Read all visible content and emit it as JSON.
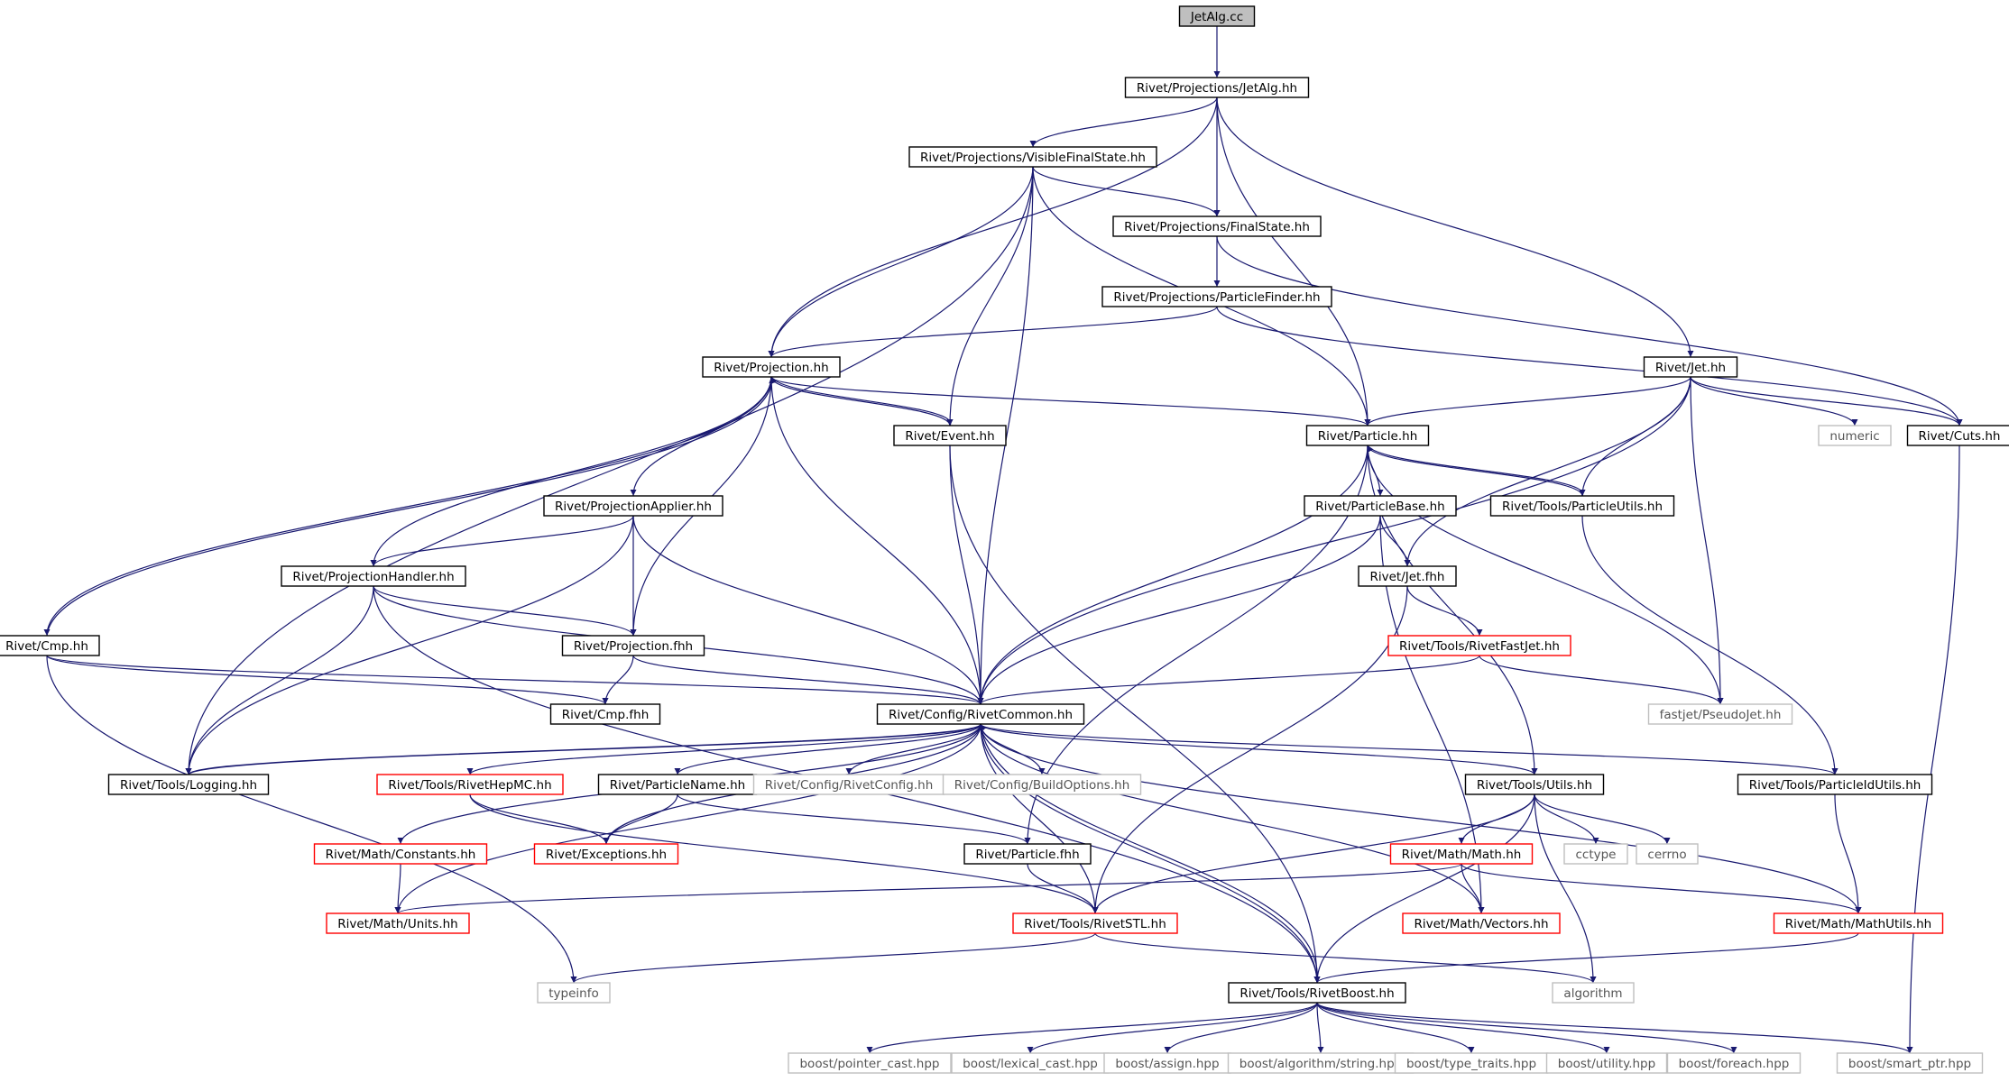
{
  "diagram": {
    "colors": {
      "edge": "#191970",
      "box_normal": "#000000",
      "box_truncated": "#ff0000",
      "box_external": "#bfbfbf",
      "box_root_fill": "#bfbfbf",
      "text": "#000000",
      "text_external": "#555555"
    },
    "nodes": [
      {
        "id": "jetalg_cc",
        "label": "JetAlg.cc",
        "style": "root"
      },
      {
        "id": "jetalg_hh",
        "label": "Rivet/Projections/JetAlg.hh",
        "style": "normal"
      },
      {
        "id": "visible_fs",
        "label": "Rivet/Projections/VisibleFinalState.hh",
        "style": "normal"
      },
      {
        "id": "finalstate",
        "label": "Rivet/Projections/FinalState.hh",
        "style": "normal"
      },
      {
        "id": "particlefinder",
        "label": "Rivet/Projections/ParticleFinder.hh",
        "style": "normal"
      },
      {
        "id": "projection_hh",
        "label": "Rivet/Projection.hh",
        "style": "normal"
      },
      {
        "id": "jet_hh",
        "label": "Rivet/Jet.hh",
        "style": "normal"
      },
      {
        "id": "event_hh",
        "label": "Rivet/Event.hh",
        "style": "normal"
      },
      {
        "id": "particle_hh",
        "label": "Rivet/Particle.hh",
        "style": "normal"
      },
      {
        "id": "numeric",
        "label": "numeric",
        "style": "external"
      },
      {
        "id": "cuts_hh",
        "label": "Rivet/Cuts.hh",
        "style": "normal"
      },
      {
        "id": "projapplier",
        "label": "Rivet/ProjectionApplier.hh",
        "style": "normal"
      },
      {
        "id": "particlebase",
        "label": "Rivet/ParticleBase.hh",
        "style": "normal"
      },
      {
        "id": "particleutils",
        "label": "Rivet/Tools/ParticleUtils.hh",
        "style": "normal"
      },
      {
        "id": "projhandler",
        "label": "Rivet/ProjectionHandler.hh",
        "style": "normal"
      },
      {
        "id": "jet_fhh",
        "label": "Rivet/Jet.fhh",
        "style": "normal"
      },
      {
        "id": "cmp_hh",
        "label": "Rivet/Cmp.hh",
        "style": "normal"
      },
      {
        "id": "projection_fhh",
        "label": "Rivet/Projection.fhh",
        "style": "normal"
      },
      {
        "id": "rivetfastjet",
        "label": "Rivet/Tools/RivetFastJet.hh",
        "style": "truncated"
      },
      {
        "id": "cmp_fhh",
        "label": "Rivet/Cmp.fhh",
        "style": "normal"
      },
      {
        "id": "rivetcommon",
        "label": "Rivet/Config/RivetCommon.hh",
        "style": "normal"
      },
      {
        "id": "pseudojet",
        "label": "fastjet/PseudoJet.hh",
        "style": "external"
      },
      {
        "id": "logging",
        "label": "Rivet/Tools/Logging.hh",
        "style": "normal"
      },
      {
        "id": "rivethepmc",
        "label": "Rivet/Tools/RivetHepMC.hh",
        "style": "truncated"
      },
      {
        "id": "particlename",
        "label": "Rivet/ParticleName.hh",
        "style": "normal"
      },
      {
        "id": "rivetconfig",
        "label": "Rivet/Config/RivetConfig.hh",
        "style": "external"
      },
      {
        "id": "buildoptions",
        "label": "Rivet/Config/BuildOptions.hh",
        "style": "external"
      },
      {
        "id": "utils",
        "label": "Rivet/Tools/Utils.hh",
        "style": "normal"
      },
      {
        "id": "particleidutils",
        "label": "Rivet/Tools/ParticleIdUtils.hh",
        "style": "normal"
      },
      {
        "id": "constants",
        "label": "Rivet/Math/Constants.hh",
        "style": "truncated"
      },
      {
        "id": "exceptions",
        "label": "Rivet/Exceptions.hh",
        "style": "truncated"
      },
      {
        "id": "particle_fhh",
        "label": "Rivet/Particle.fhh",
        "style": "normal"
      },
      {
        "id": "mathmath",
        "label": "Rivet/Math/Math.hh",
        "style": "truncated"
      },
      {
        "id": "cctype",
        "label": "cctype",
        "style": "external"
      },
      {
        "id": "cerrno",
        "label": "cerrno",
        "style": "external"
      },
      {
        "id": "units",
        "label": "Rivet/Math/Units.hh",
        "style": "truncated"
      },
      {
        "id": "rivetstl",
        "label": "Rivet/Tools/RivetSTL.hh",
        "style": "truncated"
      },
      {
        "id": "vectors",
        "label": "Rivet/Math/Vectors.hh",
        "style": "truncated"
      },
      {
        "id": "mathutils",
        "label": "Rivet/Math/MathUtils.hh",
        "style": "truncated"
      },
      {
        "id": "typeinfo",
        "label": "typeinfo",
        "style": "external"
      },
      {
        "id": "rivetboost",
        "label": "Rivet/Tools/RivetBoost.hh",
        "style": "normal"
      },
      {
        "id": "algorithm",
        "label": "algorithm",
        "style": "external"
      },
      {
        "id": "b_pointer_cast",
        "label": "boost/pointer_cast.hpp",
        "style": "external"
      },
      {
        "id": "b_lexical_cast",
        "label": "boost/lexical_cast.hpp",
        "style": "external"
      },
      {
        "id": "b_assign",
        "label": "boost/assign.hpp",
        "style": "external"
      },
      {
        "id": "b_alg_string",
        "label": "boost/algorithm/string.hpp",
        "style": "external"
      },
      {
        "id": "b_type_traits",
        "label": "boost/type_traits.hpp",
        "style": "external"
      },
      {
        "id": "b_utility",
        "label": "boost/utility.hpp",
        "style": "external"
      },
      {
        "id": "b_foreach",
        "label": "boost/foreach.hpp",
        "style": "external"
      },
      {
        "id": "b_smart_ptr",
        "label": "boost/smart_ptr.hpp",
        "style": "external"
      }
    ],
    "edges": [
      [
        "jetalg_cc",
        "jetalg_hh"
      ],
      [
        "jetalg_hh",
        "visible_fs"
      ],
      [
        "jetalg_hh",
        "finalstate"
      ],
      [
        "jetalg_hh",
        "projection_hh"
      ],
      [
        "jetalg_hh",
        "particle_hh"
      ],
      [
        "jetalg_hh",
        "jet_hh"
      ],
      [
        "visible_fs",
        "finalstate"
      ],
      [
        "visible_fs",
        "projection_hh"
      ],
      [
        "visible_fs",
        "event_hh"
      ],
      [
        "visible_fs",
        "rivetcommon"
      ],
      [
        "visible_fs",
        "particle_hh"
      ],
      [
        "visible_fs",
        "logging"
      ],
      [
        "finalstate",
        "particlefinder"
      ],
      [
        "finalstate",
        "cuts_hh"
      ],
      [
        "particlefinder",
        "projection_hh"
      ],
      [
        "particlefinder",
        "cuts_hh"
      ],
      [
        "projection_hh",
        "event_hh"
      ],
      [
        "projection_hh",
        "particle_hh"
      ],
      [
        "projection_hh",
        "projapplier"
      ],
      [
        "projection_hh",
        "projhandler"
      ],
      [
        "projection_hh",
        "cmp_hh"
      ],
      [
        "projection_hh",
        "projection_fhh"
      ],
      [
        "projection_hh",
        "rivetcommon"
      ],
      [
        "event_hh",
        "projection_hh"
      ],
      [
        "event_hh",
        "rivetcommon"
      ],
      [
        "event_hh",
        "rivetboost"
      ],
      [
        "cmp_hh",
        "projection_hh"
      ],
      [
        "cmp_hh",
        "cmp_fhh"
      ],
      [
        "cmp_hh",
        "rivetcommon"
      ],
      [
        "cmp_hh",
        "typeinfo"
      ],
      [
        "jet_hh",
        "particle_hh"
      ],
      [
        "jet_hh",
        "rivetcommon"
      ],
      [
        "jet_hh",
        "numeric"
      ],
      [
        "jet_hh",
        "cuts_hh"
      ],
      [
        "jet_hh",
        "particleutils"
      ],
      [
        "jet_hh",
        "jet_fhh"
      ],
      [
        "jet_hh",
        "pseudojet"
      ],
      [
        "cuts_hh",
        "b_smart_ptr"
      ],
      [
        "particle_hh",
        "particlebase"
      ],
      [
        "particle_hh",
        "particleutils"
      ],
      [
        "particle_hh",
        "rivetcommon"
      ],
      [
        "particle_hh",
        "particle_fhh"
      ],
      [
        "particle_hh",
        "utils"
      ],
      [
        "particle_hh",
        "pseudojet"
      ],
      [
        "particleutils",
        "particle_hh"
      ],
      [
        "particleutils",
        "particleidutils"
      ],
      [
        "particlebase",
        "jet_fhh"
      ],
      [
        "particlebase",
        "rivetcommon"
      ],
      [
        "particlebase",
        "vectors"
      ],
      [
        "jet_fhh",
        "rivetfastjet"
      ],
      [
        "jet_fhh",
        "rivetstl"
      ],
      [
        "rivetfastjet",
        "rivetcommon"
      ],
      [
        "rivetfastjet",
        "pseudojet"
      ],
      [
        "projapplier",
        "projhandler"
      ],
      [
        "projapplier",
        "projection_fhh"
      ],
      [
        "projapplier",
        "rivetcommon"
      ],
      [
        "projapplier",
        "logging"
      ],
      [
        "projhandler",
        "projection_fhh"
      ],
      [
        "projhandler",
        "rivetcommon"
      ],
      [
        "projhandler",
        "logging"
      ],
      [
        "projhandler",
        "rivetboost"
      ],
      [
        "projection_fhh",
        "cmp_fhh"
      ],
      [
        "projection_fhh",
        "rivetcommon"
      ],
      [
        "rivetcommon",
        "logging"
      ],
      [
        "rivetcommon",
        "rivethepmc"
      ],
      [
        "rivetcommon",
        "particlename"
      ],
      [
        "rivetcommon",
        "rivetconfig"
      ],
      [
        "rivetcommon",
        "buildoptions"
      ],
      [
        "rivetcommon",
        "utils"
      ],
      [
        "rivetcommon",
        "particleidutils"
      ],
      [
        "rivetcommon",
        "constants"
      ],
      [
        "rivetcommon",
        "exceptions"
      ],
      [
        "rivetcommon",
        "units"
      ],
      [
        "rivetcommon",
        "rivetstl"
      ],
      [
        "rivetcommon",
        "vectors"
      ],
      [
        "rivetcommon",
        "mathutils"
      ],
      [
        "rivetcommon",
        "rivetboost"
      ],
      [
        "logging",
        "rivetcommon"
      ],
      [
        "rivethepmc",
        "exceptions"
      ],
      [
        "rivethepmc",
        "rivetstl"
      ],
      [
        "particlename",
        "exceptions"
      ],
      [
        "particlename",
        "particle_fhh"
      ],
      [
        "constants",
        "units"
      ],
      [
        "particle_fhh",
        "rivetstl"
      ],
      [
        "utils",
        "rivetstl"
      ],
      [
        "utils",
        "mathmath"
      ],
      [
        "utils",
        "cctype"
      ],
      [
        "utils",
        "cerrno"
      ],
      [
        "utils",
        "rivetboost"
      ],
      [
        "utils",
        "algorithm"
      ],
      [
        "mathmath",
        "vectors"
      ],
      [
        "mathmath",
        "units"
      ],
      [
        "mathmath",
        "mathutils"
      ],
      [
        "particleidutils",
        "mathutils"
      ],
      [
        "mathutils",
        "rivetboost"
      ],
      [
        "rivetstl",
        "typeinfo"
      ],
      [
        "rivetstl",
        "algorithm"
      ],
      [
        "rivetboost",
        "b_pointer_cast"
      ],
      [
        "rivetboost",
        "b_lexical_cast"
      ],
      [
        "rivetboost",
        "b_assign"
      ],
      [
        "rivetboost",
        "b_alg_string"
      ],
      [
        "rivetboost",
        "b_type_traits"
      ],
      [
        "rivetboost",
        "b_utility"
      ],
      [
        "rivetboost",
        "b_foreach"
      ],
      [
        "rivetboost",
        "rivetcommon"
      ],
      [
        "rivetboost",
        "b_smart_ptr"
      ]
    ]
  }
}
